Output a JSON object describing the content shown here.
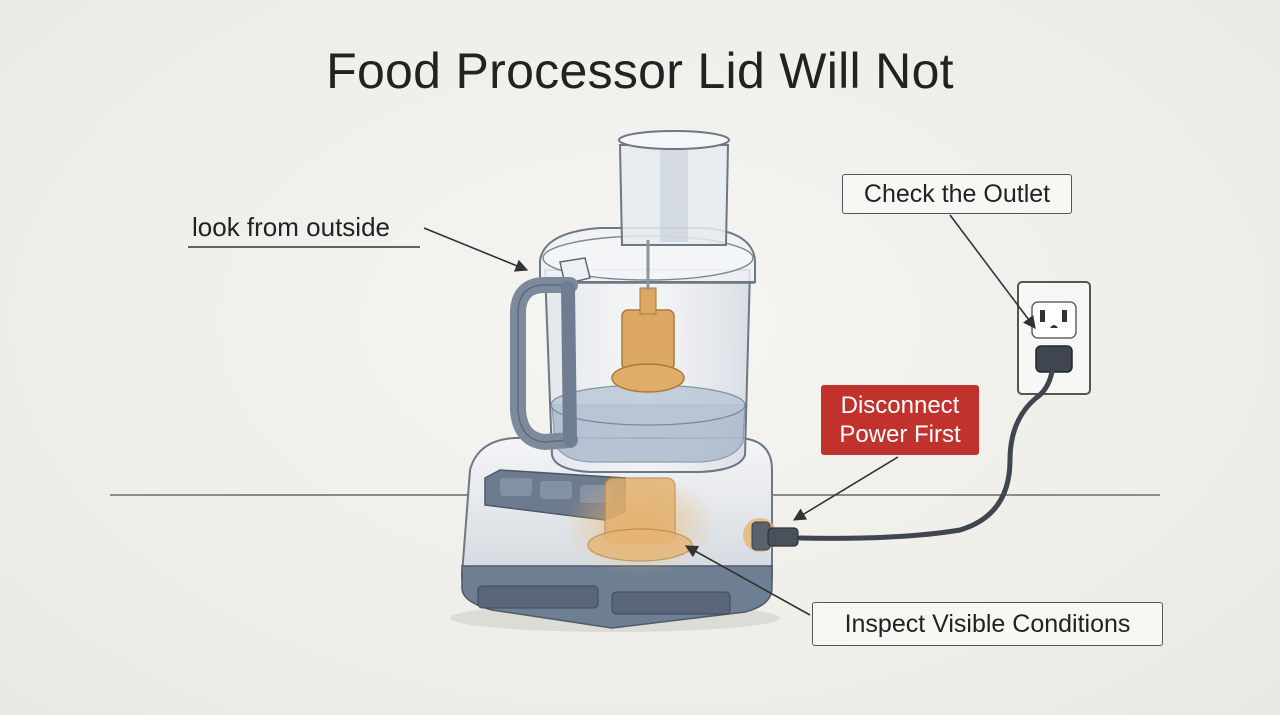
{
  "title": "Food Processor Lid Will Not",
  "callouts": {
    "outside": "look from outside",
    "outlet": "Check the Outlet",
    "power_line1": "Disconnect",
    "power_line2": "Power First",
    "inspect": "Inspect Visible Conditions"
  },
  "colors": {
    "background": "#f1f0ec",
    "warning": "#c2322c",
    "gear_highlight": "#e0b070",
    "plastic_gray": "#7e8a9a"
  },
  "icons": {
    "appliance": "food-processor-illustration",
    "outlet": "wall-outlet-icon",
    "plug": "power-plug-icon"
  }
}
